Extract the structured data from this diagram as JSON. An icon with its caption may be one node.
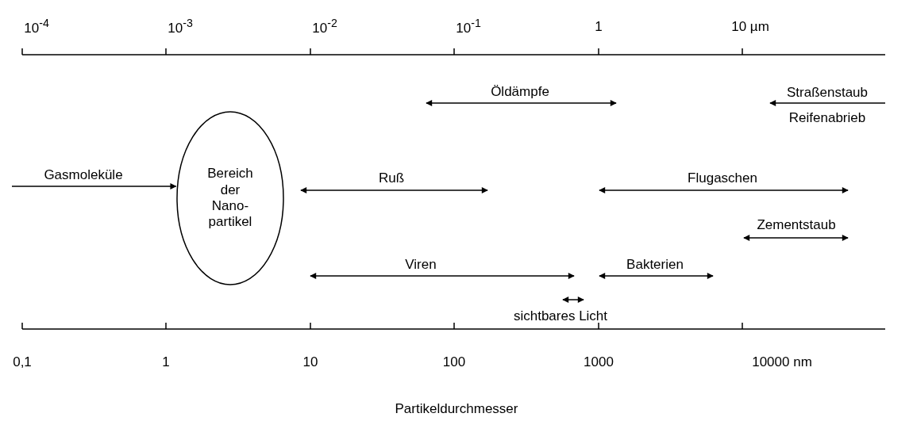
{
  "diagram": {
    "nodes": [
      {
        "text": [
          "Gasmoleküle"
        ]
      },
      {
        "text": [
          "Bereich der Nano-partikel"
        ]
      }
    ],
    "edges": [
      {
        "from": 0,
        "to": 1,
        "arrow": "to"
      }
    ],
    "labels": [
      "10$^{-4}$",
      "10$^{-3}$",
      "10$^{-2}$",
      "10$^{-1}$",
      "1",
      "10 µm",
      "Öldämpfe",
      "Straßenstaub",
      "Reifenabrieb",
      "Ruß",
      "Flugaschen",
      "Zementstaub",
      "Viren",
      "Bakterien",
      "sichtbares Licht",
      "0,1",
      "1",
      "10",
      "100",
      "1000",
      "10000 nm",
      "Partikeldurchmesser"
    ]
  }
}
